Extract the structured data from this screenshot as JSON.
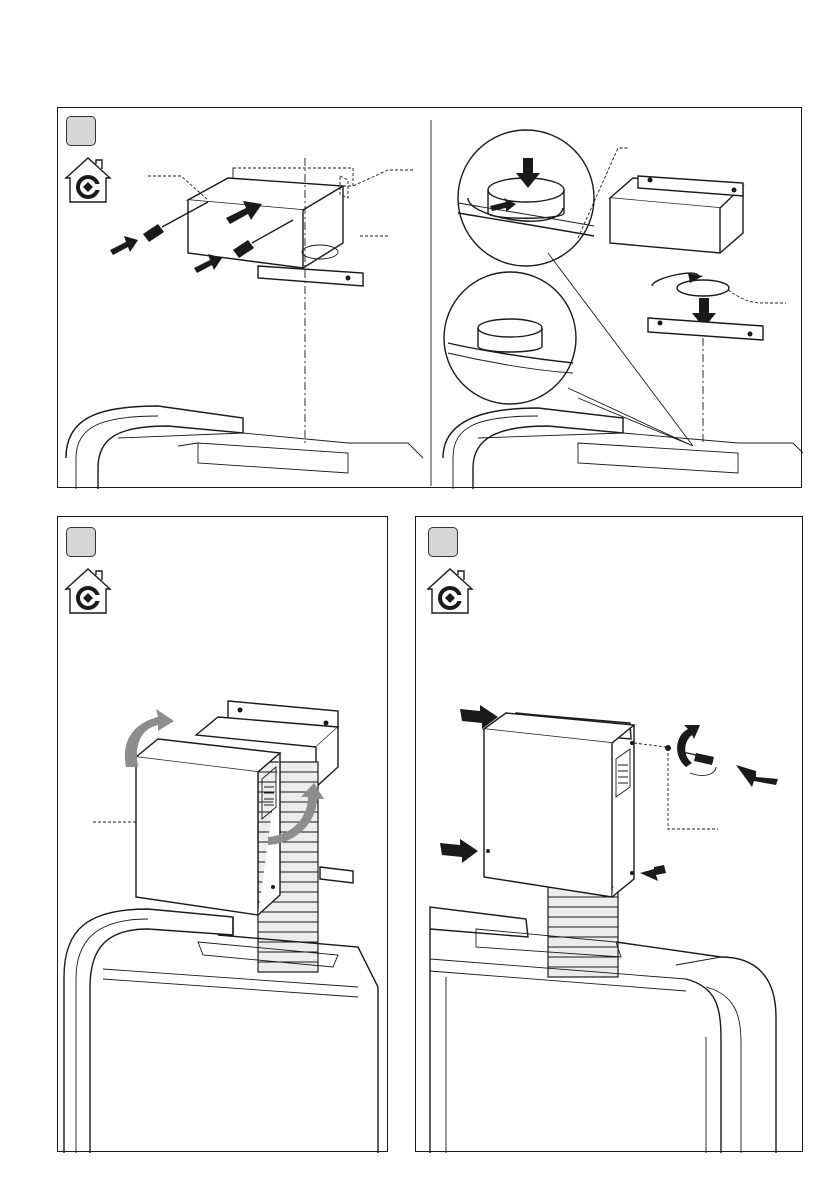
{
  "document": {
    "type": "installation-diagram-page",
    "panels": [
      {
        "id": "top",
        "step_label": "",
        "icon": "house-recirculation-icon"
      },
      {
        "id": "bottom-left",
        "step_label": "",
        "icon": "house-recirculation-icon"
      },
      {
        "id": "bottom-right",
        "step_label": "",
        "icon": "house-recirculation-icon"
      }
    ],
    "colors": {
      "line": "#1a1a1a",
      "step_box_fill": "#d6d6d6",
      "arrow_grey": "#8d8d8d"
    }
  }
}
